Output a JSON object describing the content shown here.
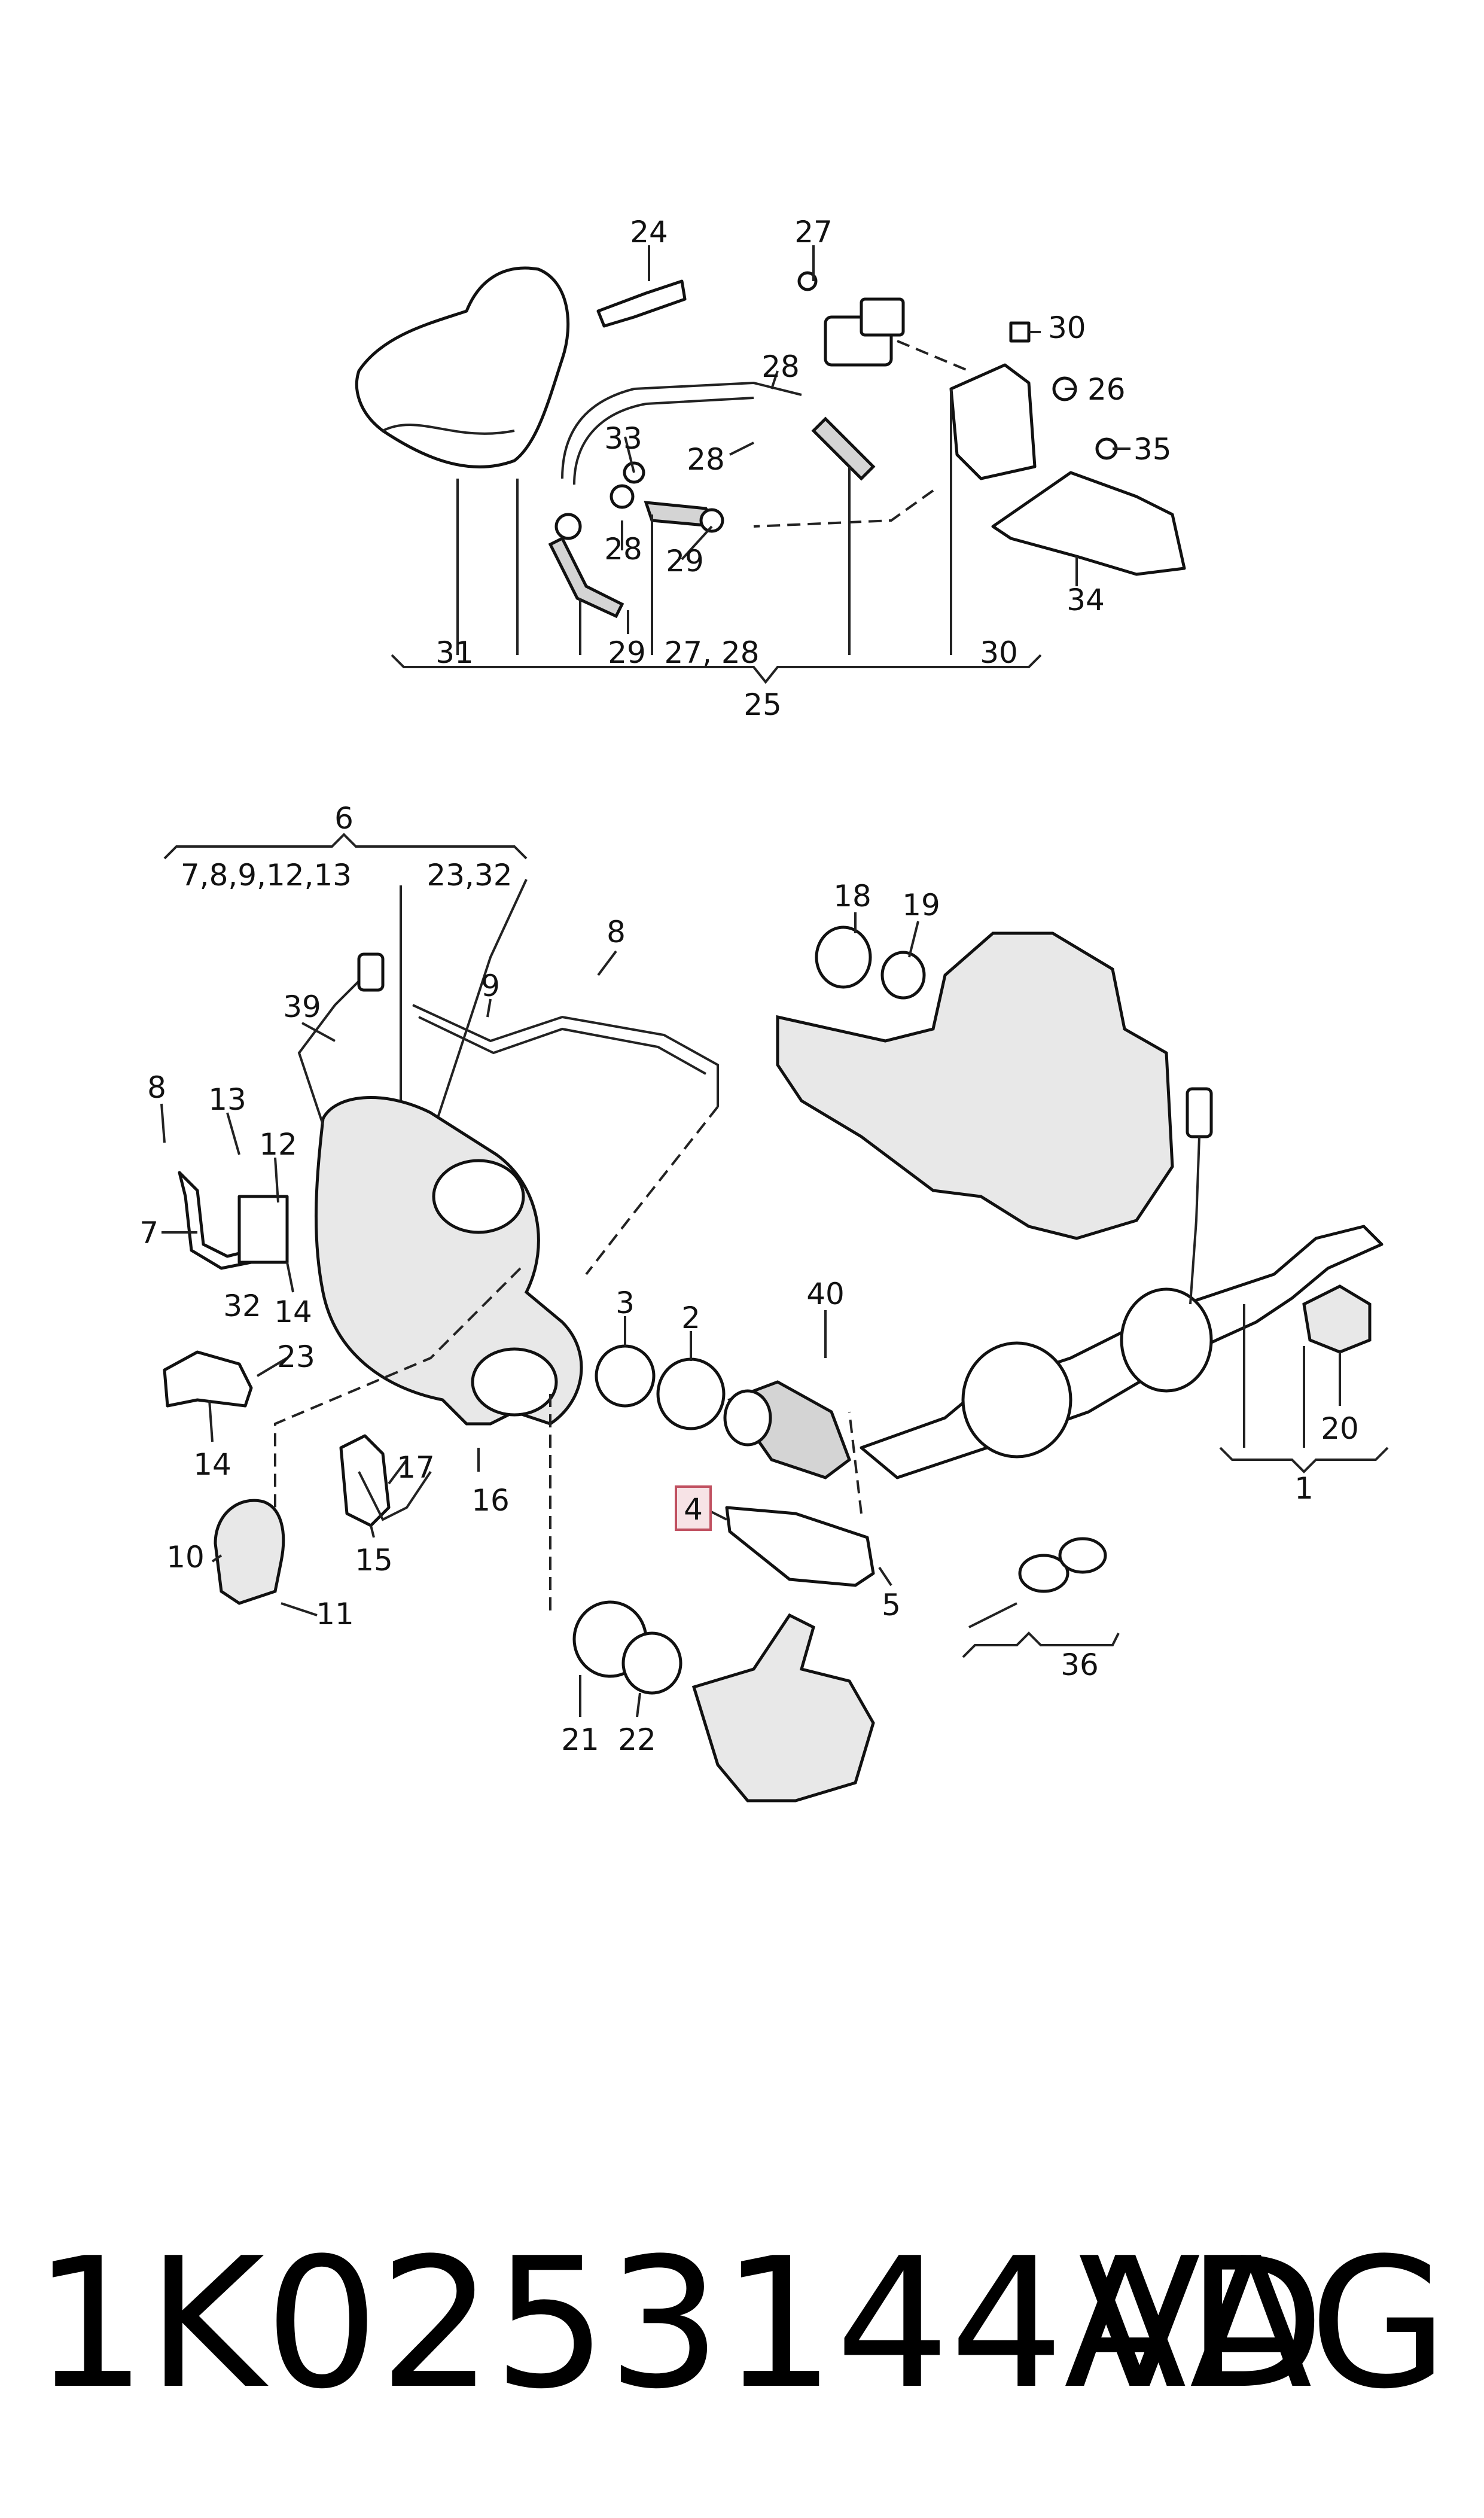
{
  "callouts": {
    "c1": "1",
    "c2": "2",
    "c3": "3",
    "c4": "4",
    "c5": "5",
    "c6": "6",
    "c7": "7",
    "c8a": "8",
    "c8b": "8",
    "c9": "9",
    "c10": "10",
    "c11": "11",
    "c12": "12",
    "c13": "13",
    "c14a": "14",
    "c14b": "14",
    "c15": "15",
    "c16": "16",
    "c17": "17",
    "c18": "18",
    "c19": "19",
    "c20": "20",
    "c21": "21",
    "c22": "22",
    "c23": "23",
    "c24": "24",
    "c25": "25",
    "c26": "26",
    "c27": "27",
    "c28a": "28",
    "c28b": "28",
    "c28c": "28",
    "c29a": "29",
    "c29b": "29",
    "c30a": "30",
    "c30b": "30",
    "c31": "31",
    "c32": "32",
    "c33": "33",
    "c34": "34",
    "c35": "35",
    "c36": "36",
    "c39": "39",
    "c40": "40"
  },
  "groups": {
    "top_brace_items": {
      "i31": "31",
      "i2728": "27, 28",
      "i30": "30"
    },
    "top_brace_total": "25",
    "left_brace_items": {
      "a": "7,8,9,12,13",
      "b": "23,32"
    },
    "left_brace_total": "6"
  },
  "highlight": {
    "part": "4",
    "color": "#c05060",
    "fill": "#f7e3e6"
  },
  "footer": {
    "part_number": "1K0253144AD",
    "brand": "VAG"
  }
}
